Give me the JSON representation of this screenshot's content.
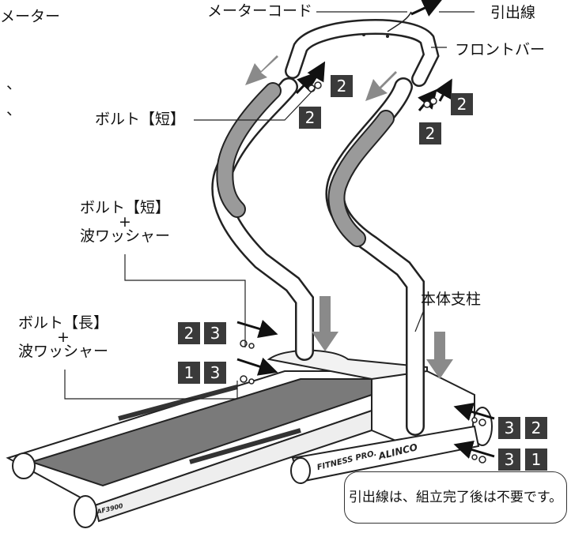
{
  "labels": {
    "meter_cut": "メーター",
    "meter_cord": "メーターコード",
    "lead_wire": "引出線",
    "front_bar": "フロントバー",
    "bolt_short_top": "ボルト【短】",
    "bolt_short_mid": "ボルト【短】",
    "plus_mid": "+",
    "washer_mid": "波ワッシャー",
    "bolt_long": "ボルト【長】",
    "plus_long": "+",
    "washer_long": "波ワッシャー",
    "main_post": "本体支柱",
    "comma_1": "、",
    "comma_2": "、"
  },
  "badges": {
    "top_a": "2",
    "top_b": "2",
    "top_c": "2",
    "top_d": "2",
    "left_row1_a": "2",
    "left_row1_b": "3",
    "left_row2_a": "1",
    "left_row2_b": "3",
    "right_row1_a": "3",
    "right_row1_b": "2",
    "right_row2_a": "3",
    "right_row2_b": "1"
  },
  "brand": {
    "fitness": "FITNESS PRO.",
    "alinco": "ALINCO",
    "model": "AF3900"
  },
  "note": "引出線は、組立完了後は不要です。"
}
